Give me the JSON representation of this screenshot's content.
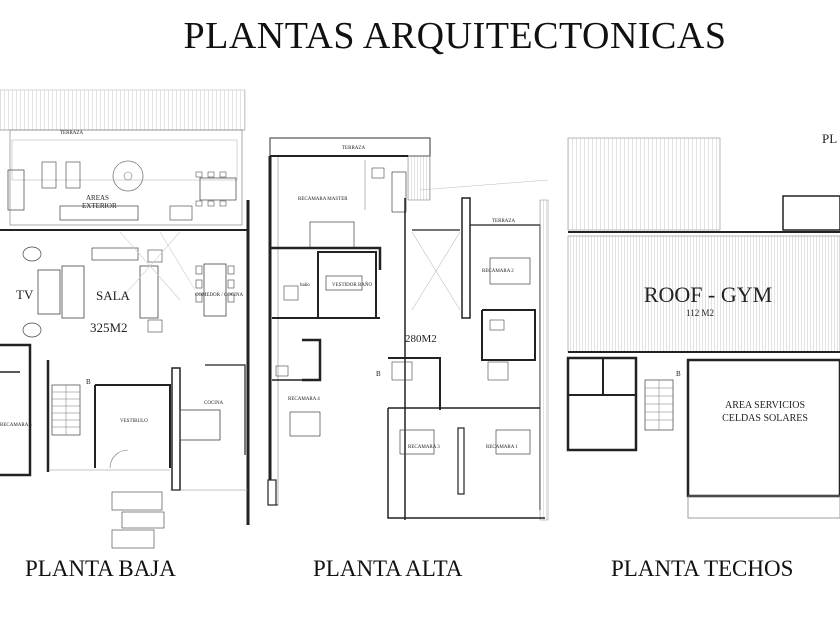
{
  "title": "PLANTAS ARQUITECTONICAS",
  "captions": {
    "baja": "PLANTA BAJA",
    "alta": "PLANTA ALTA",
    "techos": "PLANTA TECHOS"
  },
  "baja": {
    "terraza": "TERRAZA",
    "areas_exterior_1": "AREAS",
    "areas_exterior_2": "EXTERIOR",
    "tv": "TV",
    "sala": "SALA",
    "comedor": "COMEDOR / COCINA",
    "area": "325M2",
    "recamara": "RECAMARA 5",
    "vestibulo": "VESTIBULO",
    "cocina": "COCINA",
    "b": "B"
  },
  "alta": {
    "terraza": "TERRAZA",
    "terraza_right": "TERRAZA",
    "recamara_master": "RECAMARA MASTER",
    "vestidor": "VESTIDOR BAÑO",
    "bano": "baño",
    "area": "280M2",
    "recamara_4": "RECAMARA 4",
    "recamara_3": "RECAMARA 3",
    "recamara_2": "RECAMARA 2",
    "recamara_1": "RECAMARA 1",
    "b": "B"
  },
  "techos": {
    "roof": "ROOF - GYM",
    "roof_area": "112 M2",
    "servicios_1": "AREA SERVICIOS",
    "servicios_2": "CELDAS SOLARES",
    "pl": "PL",
    "b": "B"
  }
}
